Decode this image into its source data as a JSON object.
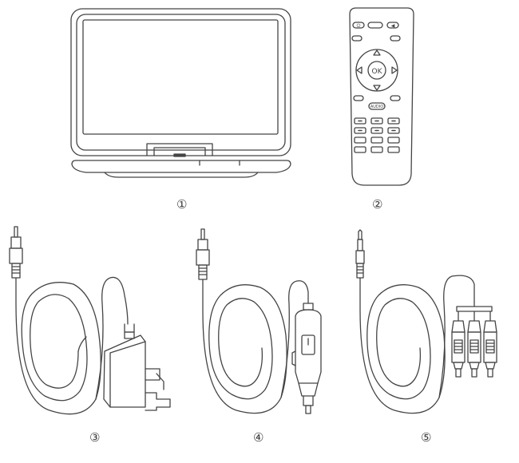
{
  "items": [
    {
      "number": "①",
      "name": "Portable DVD player"
    },
    {
      "number": "②",
      "name": "Remote control"
    },
    {
      "number": "③",
      "name": "AC power adapter"
    },
    {
      "number": "④",
      "name": "Car charger"
    },
    {
      "number": "⑤",
      "name": "AV cable"
    }
  ],
  "remote": {
    "ok_label": "OK",
    "audio_label": "AUDIO"
  },
  "colors": {
    "line": "#444444",
    "label": "#3a3a3a",
    "background": "#ffffff"
  }
}
